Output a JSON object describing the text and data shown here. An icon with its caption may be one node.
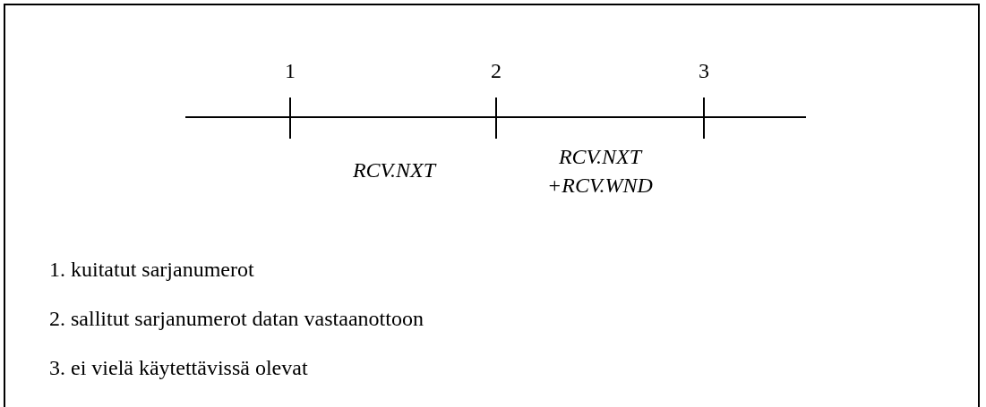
{
  "diagram": {
    "labels": [
      "1",
      "2",
      "3",
      "RCV.NXT",
      "RCV.NXT +RCV.WND",
      "1. kuitatut sarjanumerot",
      "2. sallitut sarjanumerot datan vastaanottoon",
      "3. ei vielä käytettävissä olevat"
    ]
  }
}
